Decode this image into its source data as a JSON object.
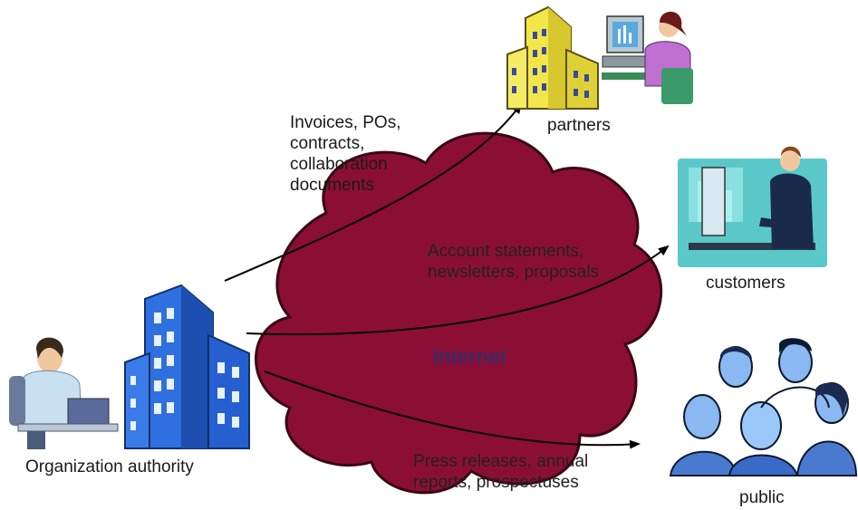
{
  "nodes": {
    "origin": "Organization authority",
    "partners": "partners",
    "customers": "customers",
    "public": "public"
  },
  "cloud_label": "Internet",
  "flows": {
    "partners": [
      "Invoices, POs,",
      "contracts,",
      "collaboration",
      "documents"
    ],
    "customers": [
      "Account statements,",
      "newsletters, proposals"
    ],
    "public": [
      "Press releases, annual",
      "reports, prospectuses"
    ]
  },
  "colors": {
    "cloud": "#8b0f35",
    "cloud_edge": "#3a0615",
    "building_blue": "#2f6fe0",
    "building_yellow": "#f2e64a",
    "arrow": "#000000"
  }
}
